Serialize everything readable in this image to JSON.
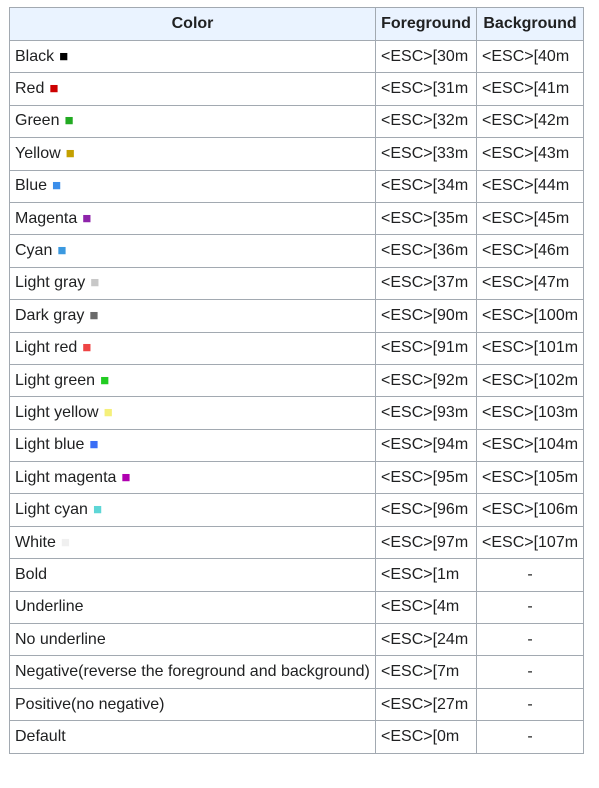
{
  "headers": {
    "color": "Color",
    "foreground": "Foreground",
    "background": "Background"
  },
  "swatch_glyph": "■",
  "rows": [
    {
      "name": "Black",
      "swatch": "#000000",
      "fg": "<ESC>[30m",
      "bg": "<ESC>[40m"
    },
    {
      "name": "Red",
      "swatch": "#cc0000",
      "fg": "<ESC>[31m",
      "bg": "<ESC>[41m"
    },
    {
      "name": "Green",
      "swatch": "#22aa22",
      "fg": "<ESC>[32m",
      "bg": "<ESC>[42m"
    },
    {
      "name": "Yellow",
      "swatch": "#c4a000",
      "fg": "<ESC>[33m",
      "bg": "<ESC>[43m"
    },
    {
      "name": "Blue",
      "swatch": "#3b8eea",
      "fg": "<ESC>[34m",
      "bg": "<ESC>[44m"
    },
    {
      "name": "Magenta",
      "swatch": "#8e24aa",
      "fg": "<ESC>[35m",
      "bg": "<ESC>[45m"
    },
    {
      "name": "Cyan",
      "swatch": "#3b99e0",
      "fg": "<ESC>[36m",
      "bg": "<ESC>[46m"
    },
    {
      "name": "Light gray",
      "swatch": "#c8c8c8",
      "fg": "<ESC>[37m",
      "bg": "<ESC>[47m"
    },
    {
      "name": "Dark gray",
      "swatch": "#6a6a6a",
      "fg": "<ESC>[90m",
      "bg": "<ESC>[100m"
    },
    {
      "name": "Light red",
      "swatch": "#ee4444",
      "fg": "<ESC>[91m",
      "bg": "<ESC>[101m"
    },
    {
      "name": "Light green",
      "swatch": "#22cc22",
      "fg": "<ESC>[92m",
      "bg": "<ESC>[102m"
    },
    {
      "name": "Light yellow",
      "swatch": "#f5f07a",
      "fg": "<ESC>[93m",
      "bg": "<ESC>[103m"
    },
    {
      "name": "Light blue",
      "swatch": "#3a6ef5",
      "fg": "<ESC>[94m",
      "bg": "<ESC>[104m"
    },
    {
      "name": "Light magenta",
      "swatch": "#b000b0",
      "fg": "<ESC>[95m",
      "bg": "<ESC>[105m"
    },
    {
      "name": "Light cyan",
      "swatch": "#5ed6d6",
      "fg": "<ESC>[96m",
      "bg": "<ESC>[106m"
    },
    {
      "name": "White",
      "swatch": "#f0f0f0",
      "fg": "<ESC>[97m",
      "bg": "<ESC>[107m"
    },
    {
      "name": "Bold",
      "fg": "<ESC>[1m",
      "bg": "-"
    },
    {
      "name": "Underline",
      "fg": "<ESC>[4m",
      "bg": "-"
    },
    {
      "name": "No underline",
      "fg": "<ESC>[24m",
      "bg": "-"
    },
    {
      "name": "Negative(reverse the foreground and background)",
      "fg": "<ESC>[7m",
      "bg": "-"
    },
    {
      "name": "Positive(no negative)",
      "fg": "<ESC>[27m",
      "bg": "-"
    },
    {
      "name": "Default",
      "fg": "<ESC>[0m",
      "bg": "-"
    }
  ]
}
